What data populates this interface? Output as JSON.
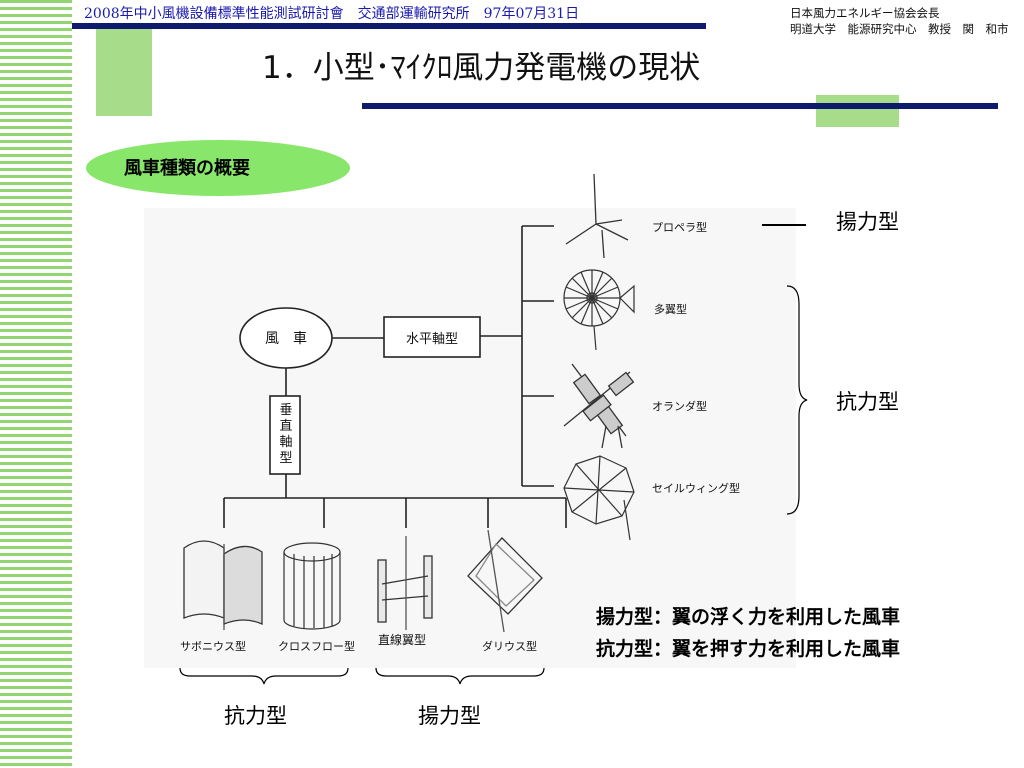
{
  "header": {
    "left": "2008年中小風機設備標準性能測試研討會　交通部運輸研究所　97年07月31日",
    "right_line1": "日本風力エネルギー協会会長",
    "right_line2": "明道大学　能源研究中心　教授　関　和市"
  },
  "title": "1．小型･ﾏｲｸﾛ風力発電機の現状",
  "pill": "風車種類の概要",
  "diagram": {
    "root": "風　車",
    "horizontal": "水平軸型",
    "vertical": "垂直軸型",
    "horizontal_types": [
      "プロペラ型",
      "多翼型",
      "オランダ型",
      "セイルウィング型"
    ],
    "vertical_types": [
      "サボニウス型",
      "クロスフロー型",
      "直線翼型",
      "ダリウス型"
    ]
  },
  "right_labels": {
    "lift": "揚力型",
    "drag": "抗力型"
  },
  "bottom_labels": {
    "drag": "抗力型",
    "lift": "揚力型"
  },
  "notes": [
    "揚力型：翼の浮く力を利用した風車",
    "抗力型：翼を押す力を利用した風車"
  ]
}
